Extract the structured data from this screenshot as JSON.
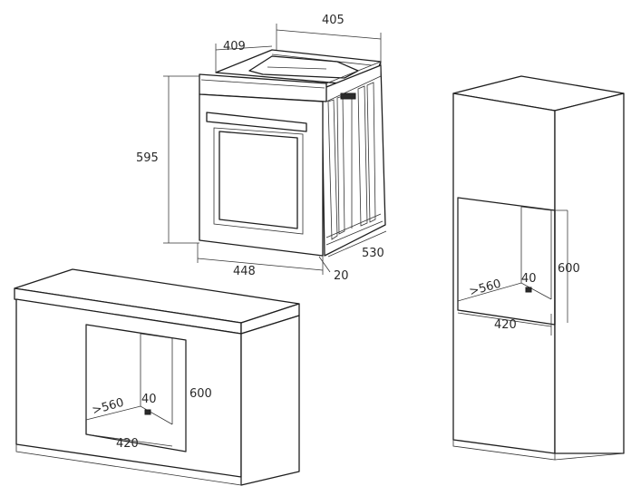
{
  "oven": {
    "dim_width_top": "405",
    "dim_depth_top": "409",
    "dim_height": "595",
    "dim_width_front": "448",
    "dim_depth_side": "530",
    "dim_offset": "20"
  },
  "counter_install": {
    "dim_height": "600",
    "dim_depth": ">560",
    "dim_gap": "40",
    "dim_width": "420"
  },
  "column_install": {
    "dim_height": "600",
    "dim_depth": ">560",
    "dim_gap": "40",
    "dim_width": "420"
  }
}
